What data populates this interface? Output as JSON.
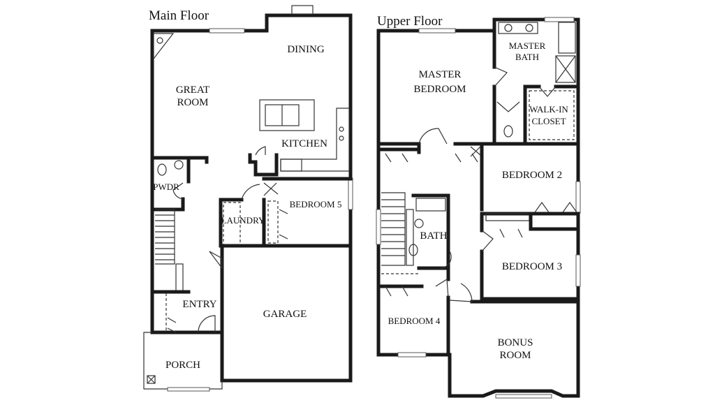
{
  "floors": {
    "main": {
      "title": "Main Floor",
      "rooms": {
        "dining": "DINING",
        "great_room_1": "GREAT",
        "great_room_2": "ROOM",
        "kitchen": "KITCHEN",
        "pwdr": "PWDR",
        "laundry": "LAUNDRY",
        "bedroom5": "BEDROOM 5",
        "entry": "ENTRY",
        "garage": "GARAGE",
        "porch": "PORCH"
      }
    },
    "upper": {
      "title": "Upper Floor",
      "rooms": {
        "master_bedroom_1": "MASTER",
        "master_bedroom_2": "BEDROOM",
        "master_bath_1": "MASTER",
        "master_bath_2": "BATH",
        "walkin_1": "WALK-IN",
        "walkin_2": "CLOSET",
        "bedroom2": "BEDROOM 2",
        "bath": "BATH",
        "bedroom3": "BEDROOM 3",
        "bedroom4": "BEDROOM 4",
        "bonus_1": "BONUS",
        "bonus_2": "ROOM"
      }
    }
  },
  "colors": {
    "wall": "#1a1a1a",
    "line": "#333333",
    "background": "#ffffff"
  }
}
